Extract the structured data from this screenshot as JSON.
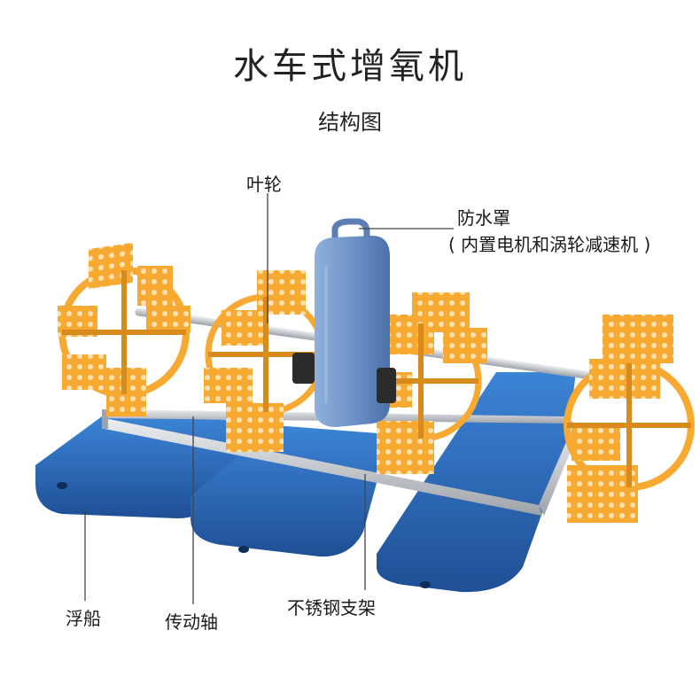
{
  "header": {
    "title": "水车式增氧机",
    "subtitle": "结构图"
  },
  "callouts": {
    "impeller": "叶轮",
    "cover": "防水罩",
    "cover_detail": "( 内置电机和涡轮减速机 )",
    "float": "浮船",
    "shaft": "传动轴",
    "frame": "不锈钢支架"
  },
  "colors": {
    "float_blue": "#2f6fc2",
    "float_dark": "#1f4f95",
    "impeller_orange": "#f7a932",
    "impeller_dark": "#d98a1c",
    "cover_blue": "#6f93c9",
    "steel": "#c9ccd1"
  }
}
